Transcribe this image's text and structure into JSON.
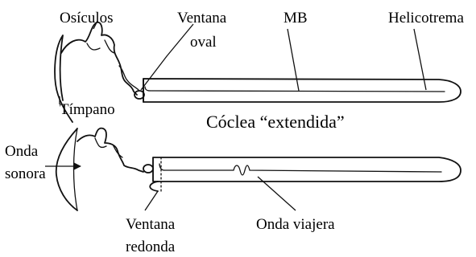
{
  "labels": {
    "osiculos": "Osículos",
    "ventana_oval_1": "Ventana",
    "ventana_oval_2": "oval",
    "mb": "MB",
    "helicotrema": "Helicotrema",
    "timpano": "Tímpano",
    "coclea_caption": "Cóclea “extendida”",
    "onda_sonora_1": "Onda",
    "onda_sonora_2": "sonora",
    "ventana_redonda_1": "Ventana",
    "ventana_redonda_2": "redonda",
    "onda_viajera": "Onda viajera"
  }
}
